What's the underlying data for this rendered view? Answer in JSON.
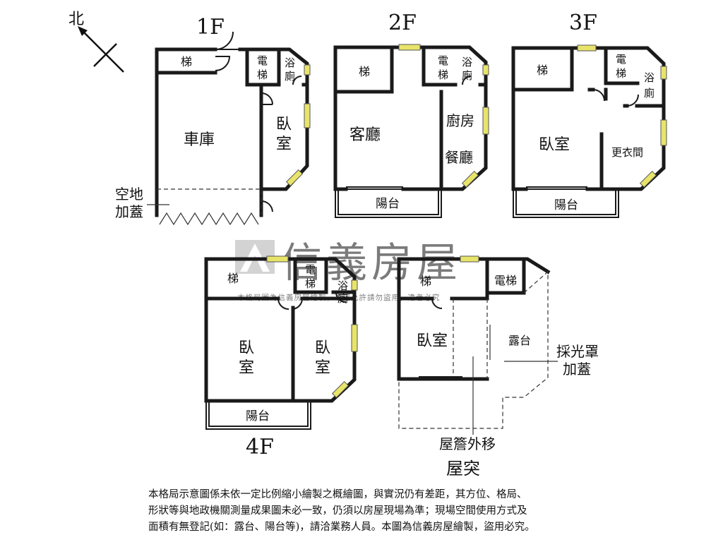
{
  "compass": {
    "north": "北"
  },
  "floors": {
    "f1": {
      "title": "1F",
      "rooms": {
        "stairs": "梯",
        "elevator_1": "電",
        "elevator_2": "梯",
        "bath_1": "浴",
        "bath_2": "廁",
        "garage": "車庫",
        "bedroom_1": "臥",
        "bedroom_2": "室"
      },
      "annotation": {
        "line1": "空地",
        "line2": "加蓋"
      }
    },
    "f2": {
      "title": "2F",
      "rooms": {
        "stairs": "梯",
        "elevator_1": "電",
        "elevator_2": "梯",
        "bath_1": "浴",
        "bath_2": "廁",
        "living": "客廳",
        "kitchen": "廚房",
        "dining": "餐廳",
        "balcony": "陽台"
      }
    },
    "f3": {
      "title": "3F",
      "rooms": {
        "stairs": "梯",
        "elevator_1": "電",
        "elevator_2": "梯",
        "bath_1": "浴",
        "bath_2": "廁",
        "bedroom": "臥室",
        "closet": "更衣間",
        "balcony": "陽台"
      }
    },
    "f4": {
      "title": "4F",
      "rooms": {
        "stairs": "梯",
        "elevator_1": "電",
        "elevator_2": "梯",
        "bath_1": "浴",
        "bath_2": "廁",
        "bedroom_a_1": "臥",
        "bedroom_a_2": "室",
        "bedroom_b_1": "臥",
        "bedroom_b_2": "室",
        "balcony": "陽台"
      }
    },
    "roof": {
      "title": "屋突",
      "rooms": {
        "stairs": "梯",
        "elevator": "電梯",
        "bedroom": "臥室",
        "terrace": "露台"
      },
      "annotations": {
        "skylight_1": "採光罩",
        "skylight_2": "加蓋",
        "eave": "屋簷外移"
      }
    }
  },
  "watermark": {
    "brand": "信義房屋",
    "notice": "本格局圖為信義房屋繪製，未經允許請勿盜用，違者必究"
  },
  "disclaimer": {
    "line1": "本格局示意圖係未依一定比例縮小繪製之概繪圖，與實況仍有差距，其方位、格局、",
    "line2": "形狀等與地政機關測量成果圖未必一致，仍須以房屋現場為準；現場空間使用方式及",
    "line3": "面積有無登記(如：露台、陽台等)，請洽業務人員。本圖為信義房屋繪製，盜用必究。"
  },
  "colors": {
    "wall": "#1a1a1a",
    "window": "#e8e46a",
    "watermark": "#bdbdbd"
  }
}
